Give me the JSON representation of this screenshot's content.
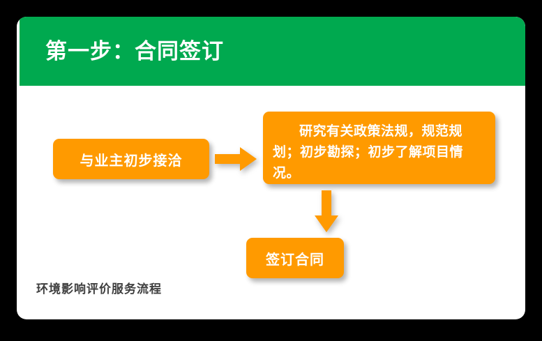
{
  "slide": {
    "background_color": "#ffffff",
    "outer_background_color": "#000000",
    "header": {
      "title": "第一步：合同签订",
      "background_color": "#00a94f",
      "text_color": "#ffffff"
    },
    "accent_color": "#ff9a00",
    "caption": "环境影响评价服务流程",
    "caption_color": "#3f3f3f"
  },
  "flow": {
    "nodes": [
      {
        "id": "contact",
        "label": "与业主初步接洽",
        "color": "#ff9a00"
      },
      {
        "id": "research",
        "label": "研究有关政策法规，规范规划；初步勘探；初步了解项目情况。",
        "color": "#ff9a00"
      },
      {
        "id": "sign",
        "label": "签订合同",
        "color": "#ff9a00"
      }
    ],
    "arrows": [
      {
        "id": "contact-to-research",
        "direction": "right",
        "color": "#ff9a00"
      },
      {
        "id": "research-to-sign",
        "direction": "down",
        "color": "#ff9a00"
      }
    ]
  }
}
